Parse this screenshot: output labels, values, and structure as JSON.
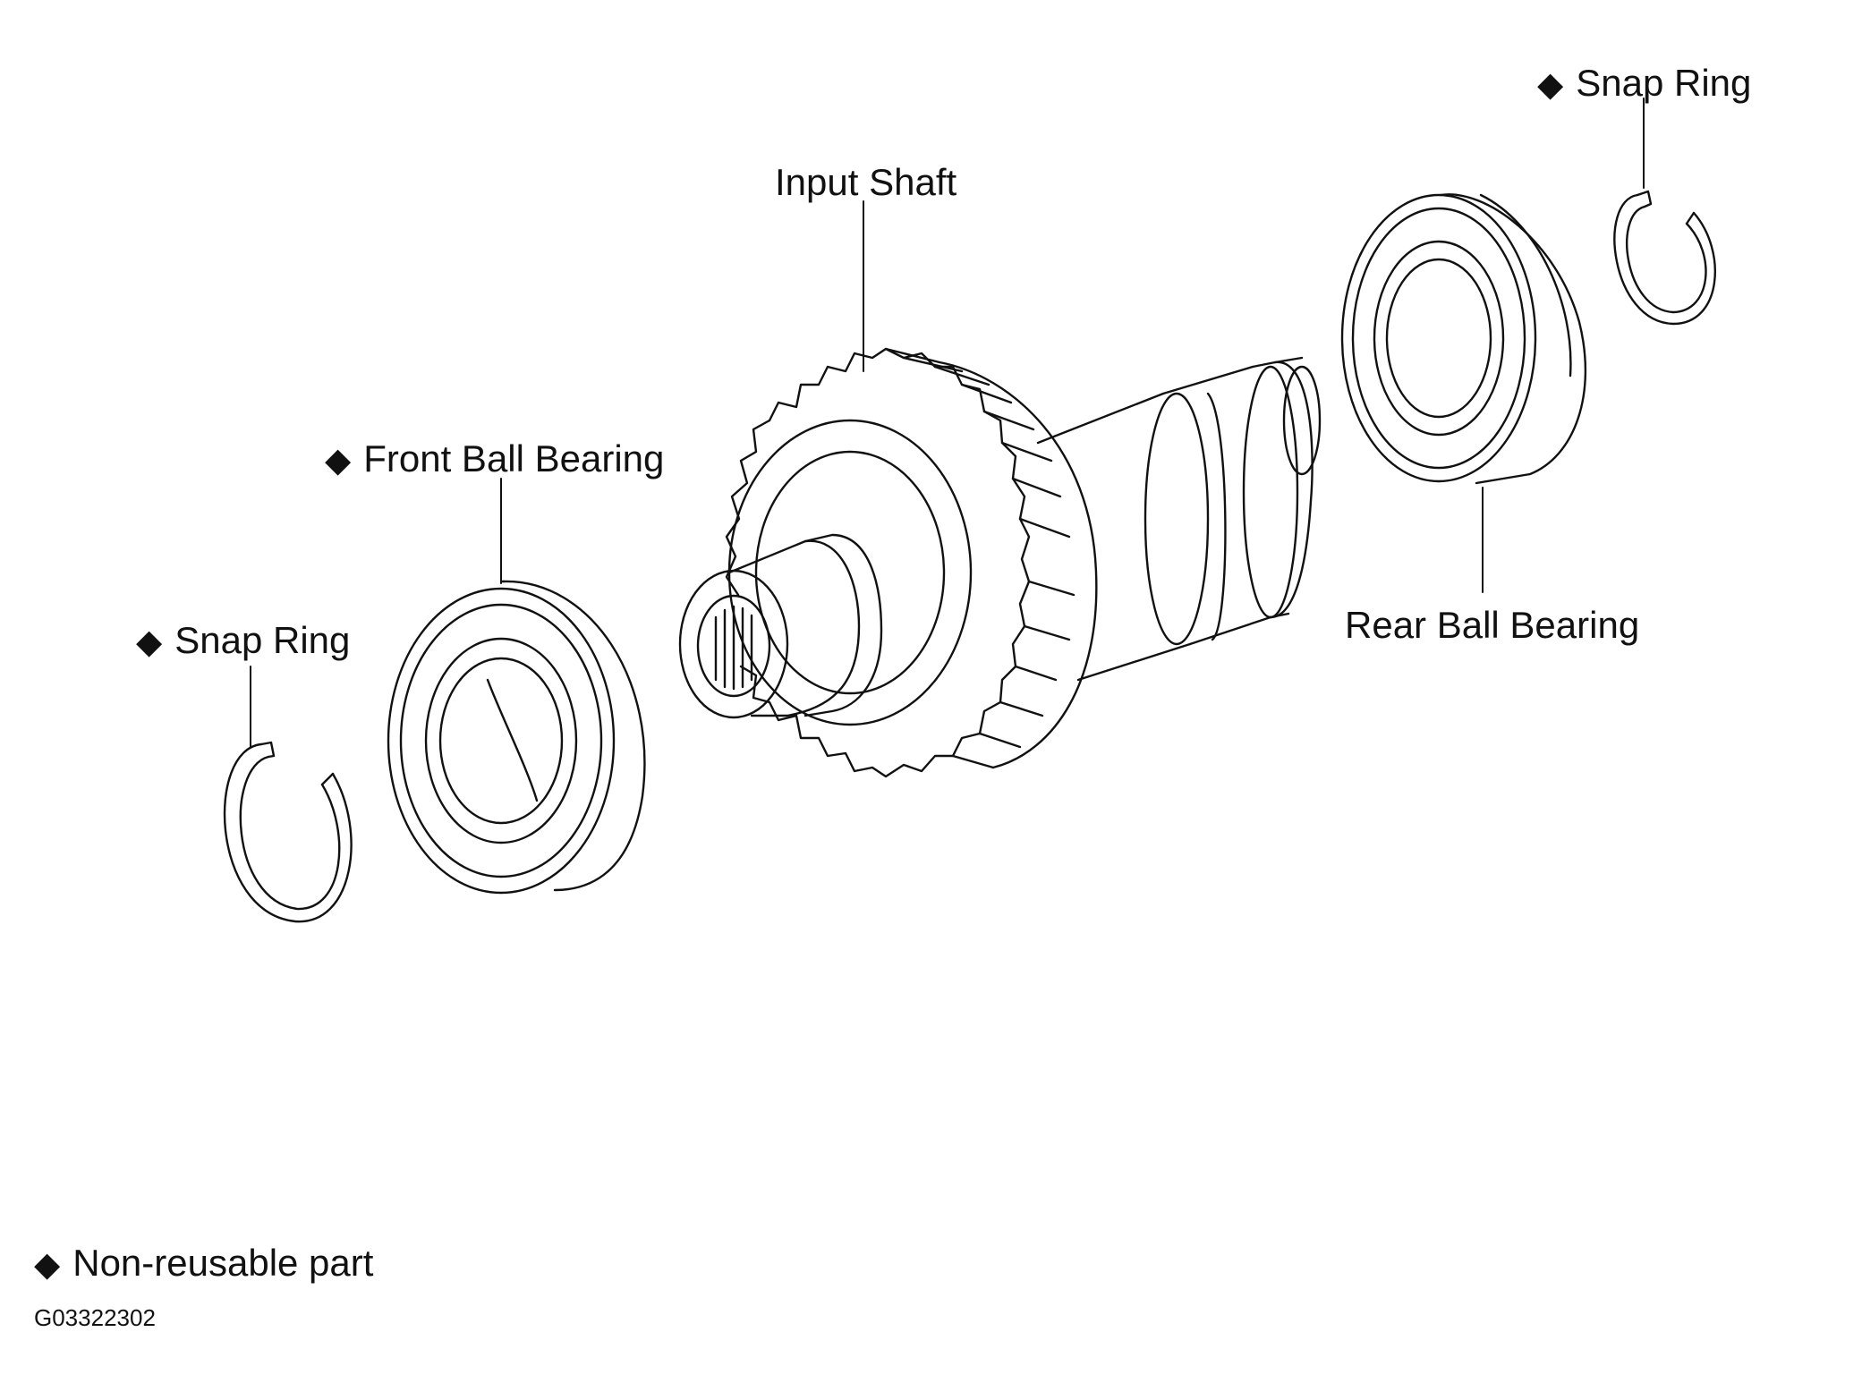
{
  "labels": {
    "snap_ring_rear": "Snap Ring",
    "input_shaft": "Input Shaft",
    "front_ball_bearing": "Front Ball Bearing",
    "rear_ball_bearing": "Rear Ball Bearing",
    "snap_ring_front": "Snap Ring"
  },
  "legend": {
    "symbol": "◆",
    "text": "Non-reusable part"
  },
  "figure_code": "G03322302",
  "non_reusable_marked": [
    "snap_ring_rear",
    "front_ball_bearing",
    "snap_ring_front"
  ],
  "line_color": "#111111"
}
